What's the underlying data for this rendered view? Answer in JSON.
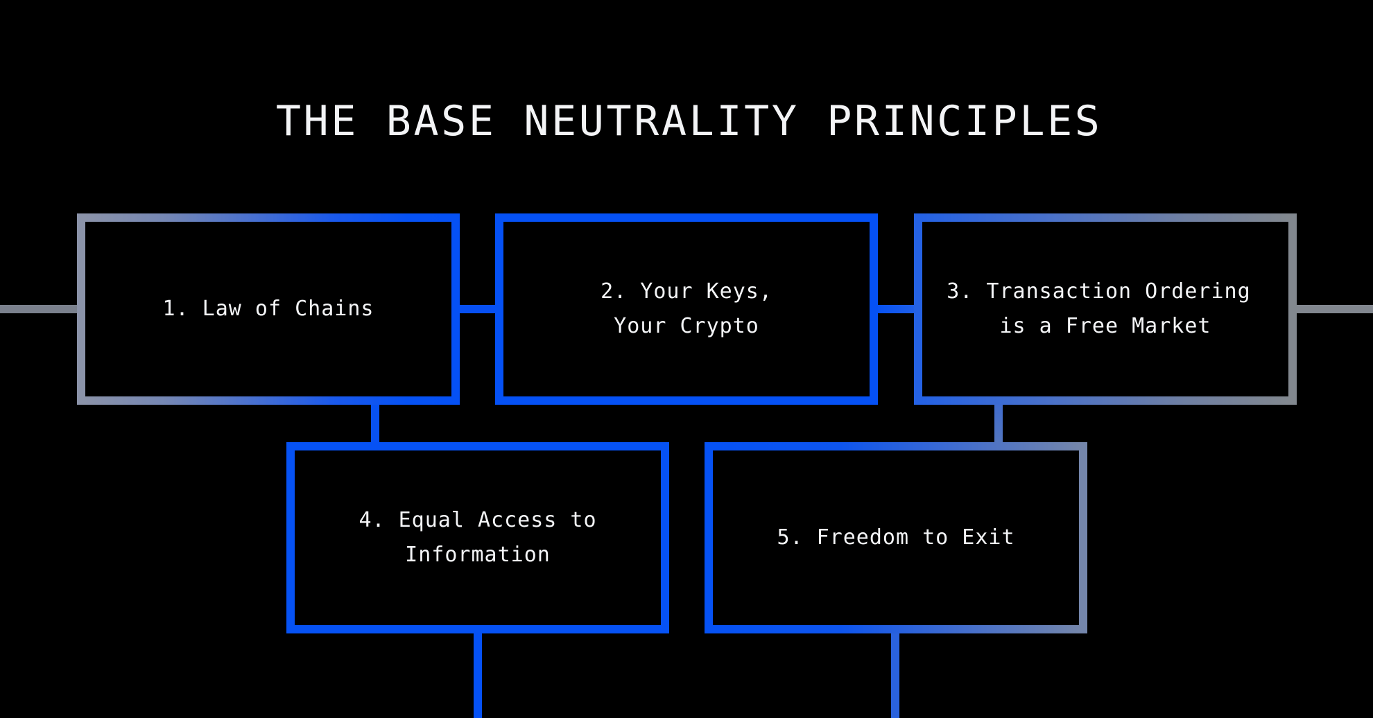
{
  "title": "THE BASE NEUTRALITY PRINCIPLES",
  "boxes": [
    {
      "id": 1,
      "label": "1. Law of Chains"
    },
    {
      "id": 2,
      "label": "2. Your Keys,\nYour Crypto"
    },
    {
      "id": 3,
      "label": "3. Transaction Ordering \nis a Free Market"
    },
    {
      "id": 4,
      "label": "4. Equal Access to\nInformation"
    },
    {
      "id": 5,
      "label": "5. Freedom to Exit"
    }
  ],
  "colors": {
    "background": "#000000",
    "text": "#f4f5f7",
    "brand_blue": "#0551f5",
    "neutral_gray_left": "#7b818d",
    "neutral_gray_right": "#82878f",
    "steel_blue_mid": "#4a71c9"
  }
}
